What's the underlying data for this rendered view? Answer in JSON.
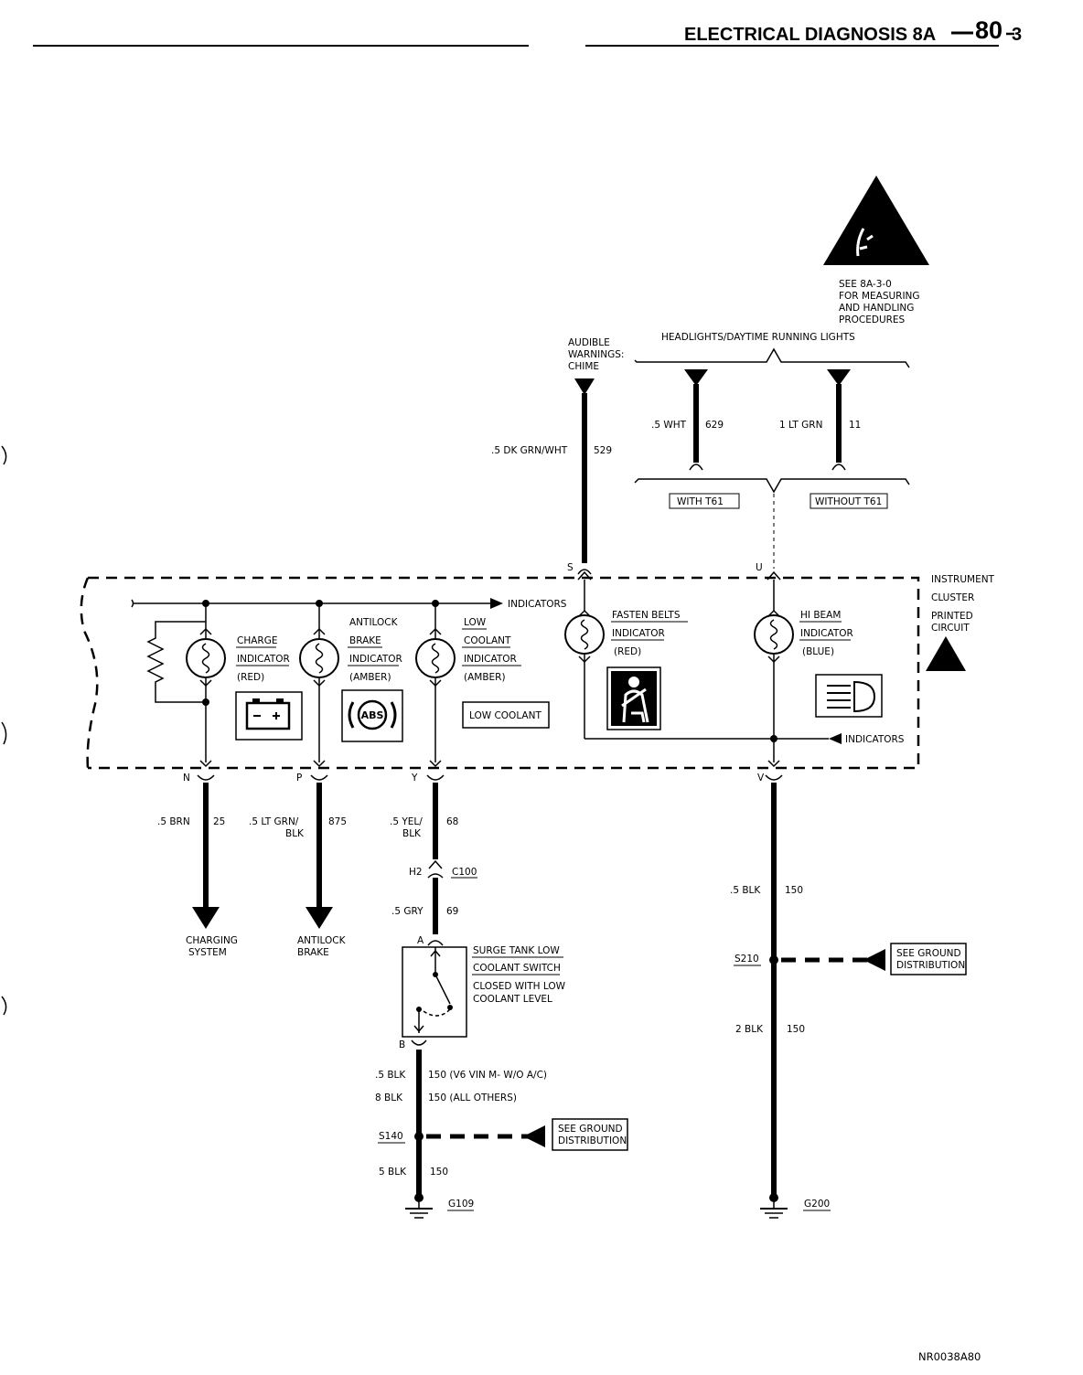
{
  "header": {
    "title": "ELECTRICAL DIAGNOSIS 8A",
    "page_major": "80",
    "page_minor": "3"
  },
  "esd": {
    "line1": "SEE 8A-3-0",
    "line2": "FOR MEASURING",
    "line3": "AND HANDLING",
    "line4": "PROCEDURES"
  },
  "audible": {
    "line1": "AUDIBLE",
    "line2": "WARNINGS:",
    "line3": "CHIME",
    "wire": ".5 DK GRN/WHT",
    "circuit": "529"
  },
  "headlights": {
    "title": "HEADLIGHTS/DAYTIME RUNNING LIGHTS",
    "left_wire": ".5 WHT",
    "left_circuit": "629",
    "right_wire": "1 LT GRN",
    "right_circuit": "11",
    "option_with": "WITH T61",
    "option_without": "WITHOUT T61"
  },
  "cluster": {
    "label1": "INSTRUMENT",
    "label2": "CLUSTER",
    "label3": "PRINTED",
    "label4": "CIRCUIT",
    "indicators_top": "INDICATORS",
    "indicators_bottom": "INDICATORS",
    "pins": {
      "S": "S",
      "U": "U",
      "N": "N",
      "P": "P",
      "Y": "Y",
      "V": "V"
    },
    "charge": {
      "l1": "CHARGE",
      "l2": "INDICATOR",
      "l3": "(RED)"
    },
    "antilock": {
      "l1": "ANTILOCK",
      "l2": "BRAKE",
      "l3": "INDICATOR",
      "l4": "(AMBER)",
      "icon": "ABS"
    },
    "coolant": {
      "l1": "LOW",
      "l2": "COOLANT",
      "l3": "INDICATOR",
      "l4": "(AMBER)",
      "box": "LOW COOLANT"
    },
    "belts": {
      "l1": "FASTEN BELTS",
      "l2": "INDICATOR",
      "l3": "(RED)"
    },
    "hibeam": {
      "l1": "HI BEAM",
      "l2": "INDICATOR",
      "l3": "(BLUE)"
    }
  },
  "wires": {
    "n": {
      "gauge": ".5 BRN",
      "circuit": "25",
      "dest1": "CHARGING",
      "dest2": "SYSTEM"
    },
    "p": {
      "gauge1": ".5 LT GRN/",
      "gauge2": "BLK",
      "circuit": "875",
      "dest1": "ANTILOCK",
      "dest2": "BRAKE"
    },
    "y": {
      "gauge1": ".5 YEL/",
      "gauge2": "BLK",
      "circuit": "68",
      "conn_pin": "H2",
      "connector": "C100",
      "gauge_b": ".5 GRY",
      "circuit_b": "69"
    },
    "v": {
      "gauge": ".5 BLK",
      "circuit": "150",
      "splice": "S210",
      "gauge2": "2 BLK",
      "circuit2": "150",
      "ground": "G200"
    }
  },
  "switch": {
    "pin_a": "A",
    "pin_b": "B",
    "l1": "SURGE TANK LOW",
    "l2": "COOLANT SWITCH",
    "l3": "CLOSED WITH LOW",
    "l4": "COOLANT LEVEL",
    "w1_gauge": ".5 BLK",
    "w1_text": "150 (V6 VIN M- W/O A/C)",
    "w2_gauge": "8 BLK",
    "w2_text": "150 (ALL OTHERS)",
    "splice": "S140",
    "w3_gauge": "5 BLK",
    "w3_circuit": "150",
    "ground": "G109"
  },
  "ground_ref": {
    "l1": "SEE GROUND",
    "l2": "DISTRIBUTION"
  },
  "footer": {
    "code": "NR0038A80"
  }
}
